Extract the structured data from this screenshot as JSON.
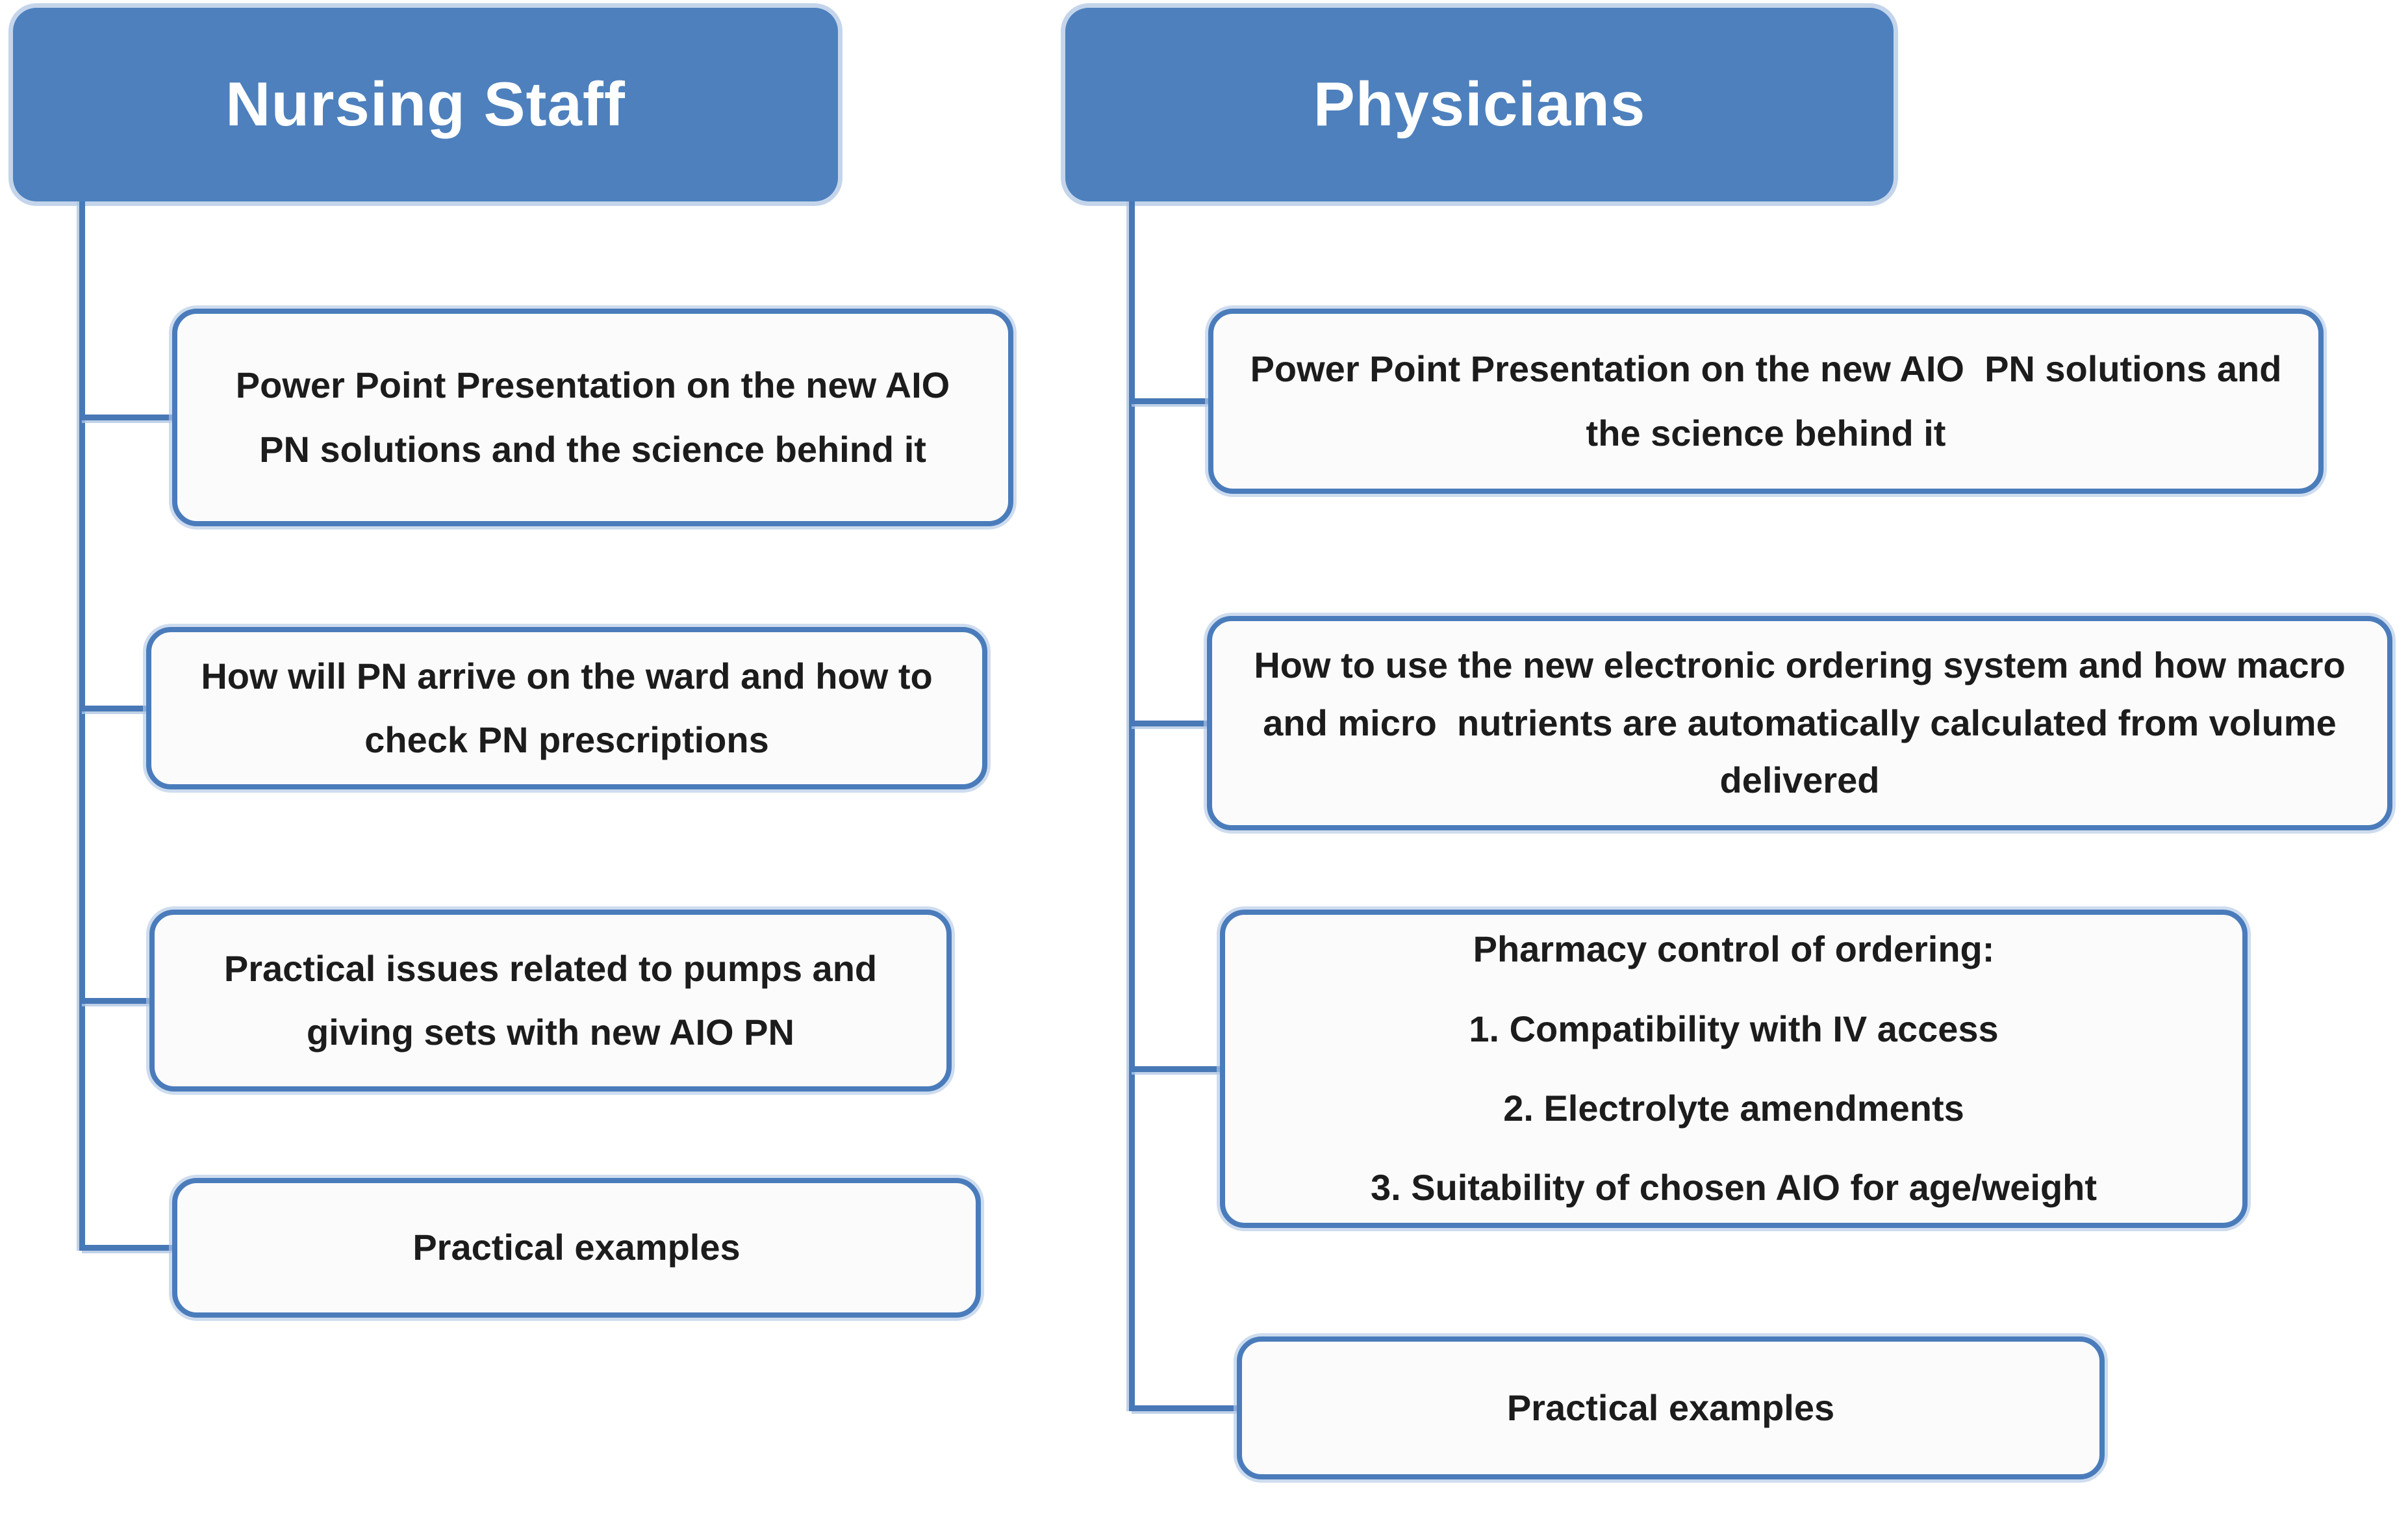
{
  "colors": {
    "header_fill": "#4d80bd",
    "header_text": "#ffffff",
    "box_border": "#4a7cbb",
    "box_fill": "#fbfbfb",
    "box_text": "#1c1c1c",
    "connector": "#4878b6",
    "halo": "#b0c7e4",
    "background": "#ffffff"
  },
  "columns": [
    {
      "id": "nursing",
      "header": "Nursing Staff",
      "boxes": [
        {
          "lines": [
            "Power Point Presentation on the new AIO",
            "PN solutions and the science behind it"
          ]
        },
        {
          "lines": [
            "How will PN arrive on the ward and how to",
            "check PN prescriptions"
          ]
        },
        {
          "lines": [
            "Practical issues related to pumps and",
            "giving sets with new AIO PN"
          ]
        },
        {
          "lines": [
            "Practical examples"
          ]
        }
      ]
    },
    {
      "id": "physicians",
      "header": "Physicians",
      "boxes": [
        {
          "lines": [
            "Power Point Presentation on the new AIO  PN solutions and",
            "the science behind it"
          ]
        },
        {
          "lines": [
            "How to use the new electronic ordering system and how macro",
            "and micro  nutrients are automatically calculated from volume",
            "delivered"
          ]
        },
        {
          "lines": [
            "Pharmacy control of ordering:",
            "1. Compatibility with IV access",
            "2. Electrolyte amendments",
            "3. Suitability of chosen AIO for age/weight"
          ]
        },
        {
          "lines": [
            "Practical examples"
          ]
        }
      ]
    }
  ]
}
